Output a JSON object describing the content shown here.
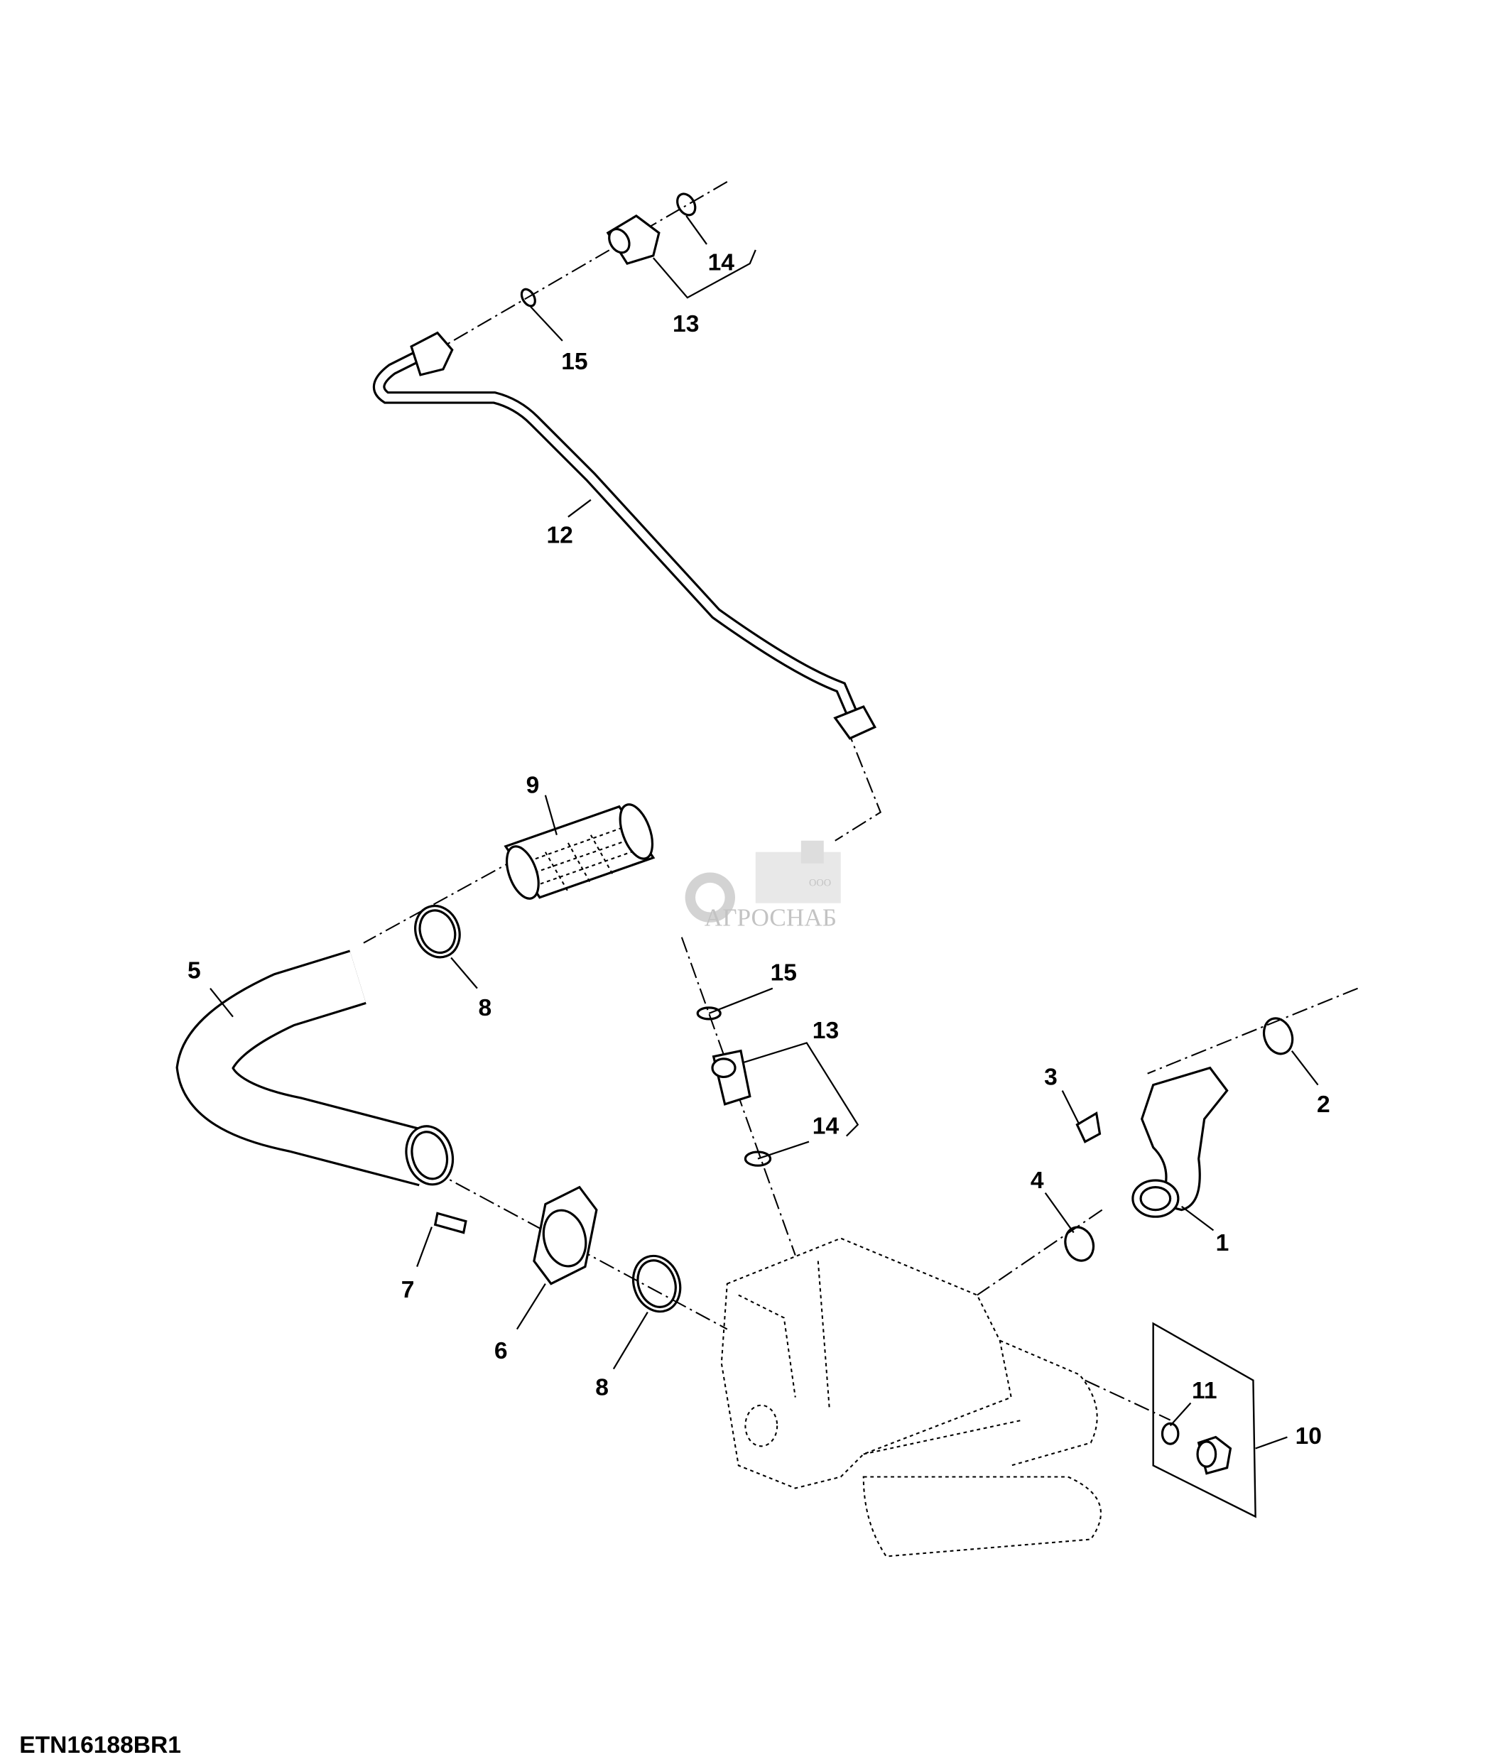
{
  "figure_id": "ETN16188BR1",
  "watermark": {
    "prefix": "ООО",
    "name": "АГРОСНАБ"
  },
  "callouts": [
    "1",
    "2",
    "3",
    "4",
    "5",
    "6",
    "7",
    "8",
    "8",
    "9",
    "10",
    "11",
    "12",
    "13",
    "13",
    "14",
    "14",
    "15",
    "15"
  ]
}
